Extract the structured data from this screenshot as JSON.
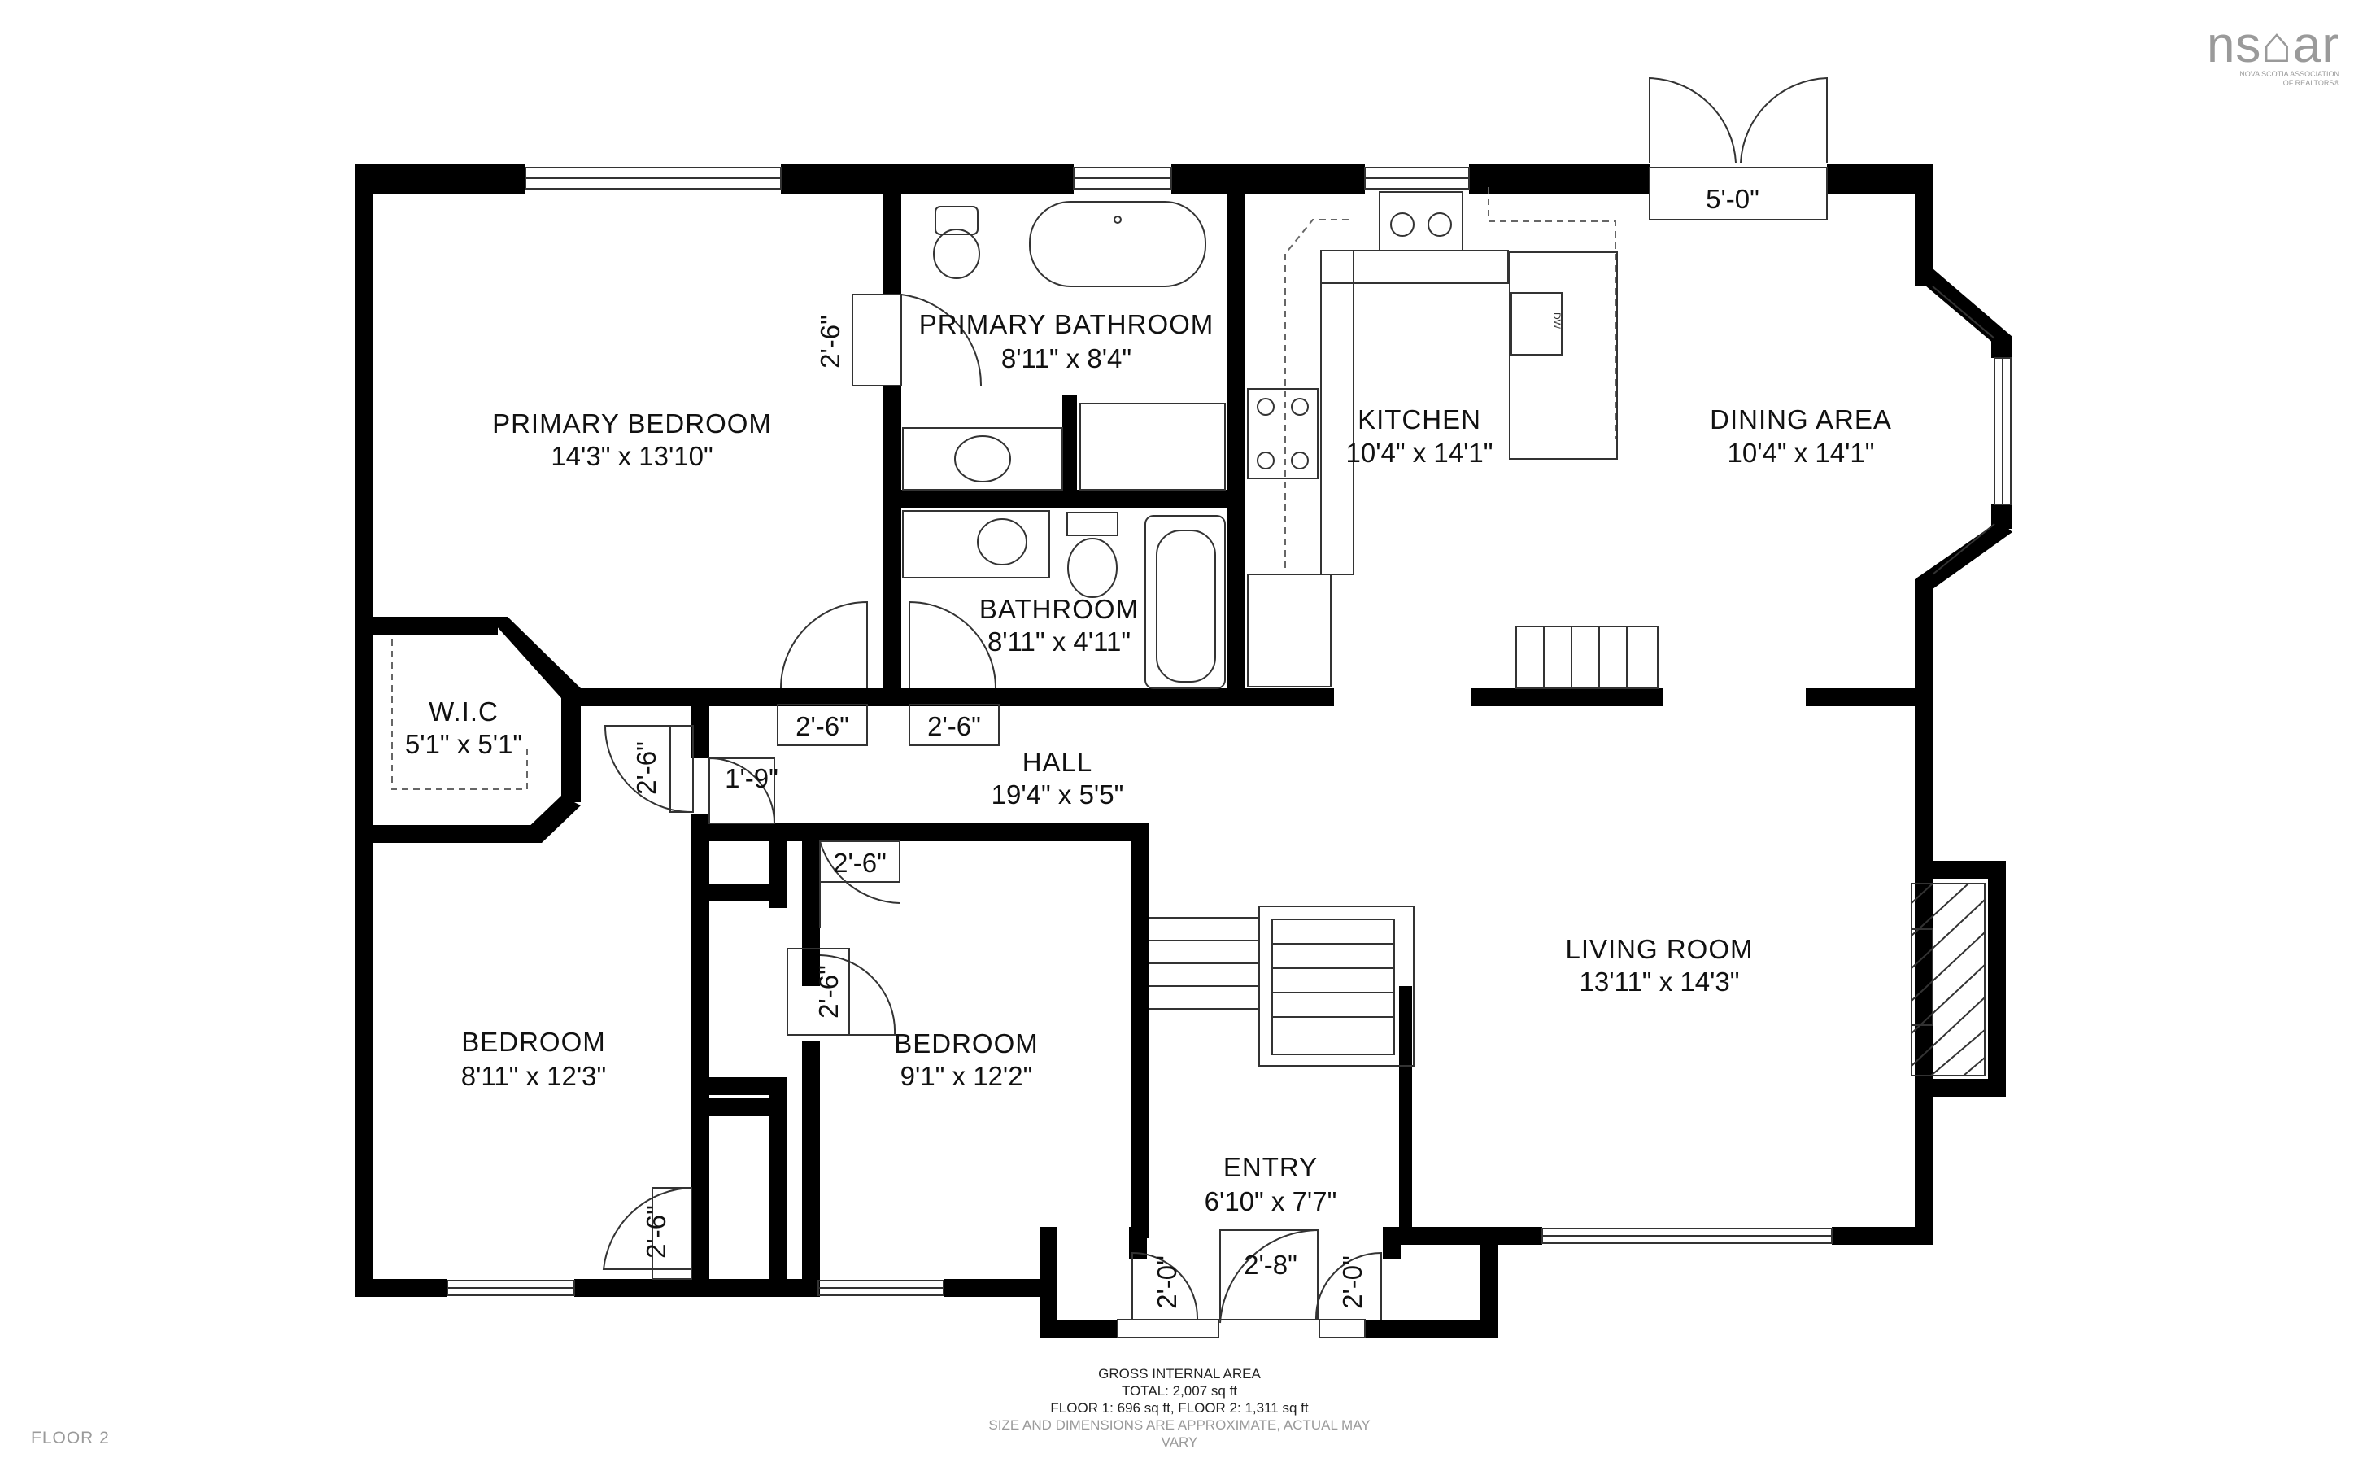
{
  "logo": {
    "main": "ns⌂ar",
    "sub_line1": "NOVA SCOTIA ASSOCIATION",
    "sub_line2": "OF REALTORS®"
  },
  "rooms": {
    "primary_bedroom": {
      "name": "PRIMARY BEDROOM",
      "dims": "14'3\" x 13'10\""
    },
    "primary_bathroom": {
      "name": "PRIMARY BATHROOM",
      "dims": "8'11\" x 8'4\""
    },
    "kitchen": {
      "name": "KITCHEN",
      "dims": "10'4\" x 14'1\""
    },
    "dining_area": {
      "name": "DINING AREA",
      "dims": "10'4\" x 14'1\""
    },
    "bathroom": {
      "name": "BATHROOM",
      "dims": "8'11\" x 4'11\""
    },
    "wic": {
      "name": "W.I.C",
      "dims": "5'1\" x 5'1\""
    },
    "hall": {
      "name": "HALL",
      "dims": "19'4\" x 5'5\""
    },
    "living_room": {
      "name": "LIVING ROOM",
      "dims": "13'11\" x 14'3\""
    },
    "bedroom_left": {
      "name": "BEDROOM",
      "dims": "8'11\" x 12'3\""
    },
    "bedroom_mid": {
      "name": "BEDROOM",
      "dims": "9'1\" x 12'2\""
    },
    "entry": {
      "name": "ENTRY",
      "dims": "6'10\" x 7'7\""
    }
  },
  "door_dims": {
    "primary_bath_door": "2'-6\"",
    "patio_door": "5'-0\"",
    "hall_door_1": "2'-6\"",
    "hall_door_2": "2'-6\"",
    "wic_door": "2'-6\"",
    "closet_door": "1'-9\"",
    "bedroom_mid_door_top": "2'-6\"",
    "bedroom_mid_door_side": "2'-6\"",
    "bedroom_left_door": "2'-6\"",
    "entry_left": "2'-0\"",
    "entry_front": "2'-8\"",
    "entry_right": "2'-0\""
  },
  "appliance_labels": {
    "dishwasher": "DW"
  },
  "footer": {
    "title": "GROSS INTERNAL AREA",
    "total": "TOTAL: 2,007 sq ft",
    "floors": "FLOOR 1: 696 sq ft, FLOOR 2: 1,311 sq ft",
    "note": "SIZE AND DIMENSIONS ARE APPROXIMATE, ACTUAL MAY VARY"
  },
  "floor_label": "FLOOR 2"
}
